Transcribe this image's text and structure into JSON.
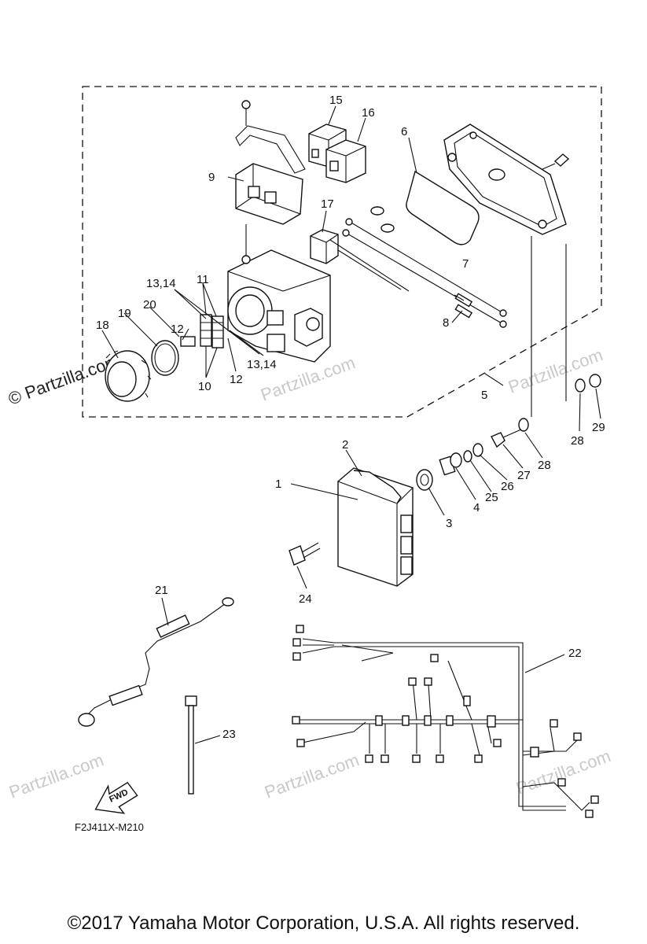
{
  "watermark": {
    "text": "Partzilla.com",
    "side_text": "© Partzilla.com"
  },
  "callouts": {
    "p1": "1",
    "p2": "2",
    "p3": "3",
    "p4": "4",
    "p5": "5",
    "p6": "6",
    "p7": "7",
    "p8": "8",
    "p9": "9",
    "p10": "10",
    "p11": "11",
    "p12a": "12",
    "p12b": "12",
    "p13a": "13,14",
    "p13b": "13,14",
    "p15": "15",
    "p16": "16",
    "p17": "17",
    "p18": "18",
    "p19": "19",
    "p20": "20",
    "p21": "21",
    "p22": "22",
    "p23": "23",
    "p24": "24",
    "p25": "25",
    "p26": "26",
    "p27": "27",
    "p28a": "28",
    "p28b": "28",
    "p29": "29"
  },
  "fwd_label": "FWD",
  "diagram_code": "F2J411X-M210",
  "copyright": "©2017  Yamaha Motor Corporation, U.S.A. All rights reserved."
}
